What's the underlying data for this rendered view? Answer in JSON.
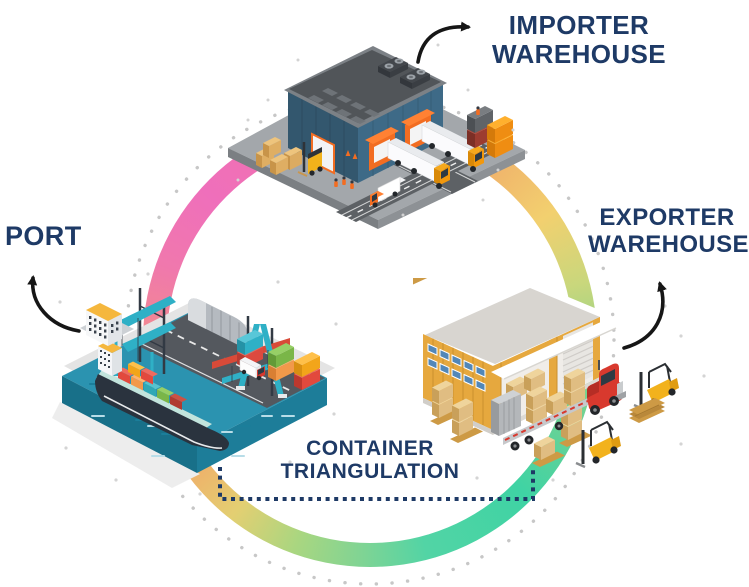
{
  "theme": {
    "navy": "#1e3a66",
    "arrow": "#161616",
    "dot-gray": "#c7c7c7",
    "ring-salmon": "#f28478",
    "ring-yellow": "#f2d06f",
    "ring-green": "#8bd189",
    "ring-teal": "#3fd3a4",
    "ring-lime": "#aad680",
    "ring-orange": "#f5a166",
    "ring-pink": "#ef6fbb"
  },
  "diagram": {
    "kind": "circular-process-infographic",
    "center_label": {
      "line1": "CONTAINER",
      "line2": "TRIANGULATION"
    },
    "nodes": {
      "importer": {
        "line1": "IMPORTER",
        "line2": "WAREHOUSE",
        "illustration": "importer-warehouse-isometric"
      },
      "exporter": {
        "line1": "EXPORTER",
        "line2": "WAREHOUSE",
        "illustration": "exporter-warehouse-isometric"
      },
      "port": {
        "label": "PORT",
        "illustration": "cargo-port-isometric"
      }
    },
    "ring": {
      "dotted_circle_color": "#c7c7c7",
      "dotted_box_color": "#1e3a66",
      "gradient_order_clockwise_from_top": [
        "salmon",
        "yellow",
        "green",
        "teal",
        "lime",
        "yellow",
        "orange",
        "pink"
      ]
    },
    "icons": [
      "curved-arrow-icon",
      "curved-arrow-icon",
      "curved-arrow-icon"
    ],
    "scene_palettes": {
      "importer": {
        "wall_blue": "#3e6a87",
        "wall_blue_dark": "#33576e",
        "roof": "#515559",
        "platform": "#a3a7ab",
        "dock_orange": "#f26d22",
        "truck_cab": "#f2a71b",
        "container_orange": "#ef8d12",
        "container_maroon": "#9c3c30"
      },
      "port": {
        "water": "#2b93b0",
        "water_side": "#187089",
        "pier": "#54585e",
        "crane_teal": "#2fb0c6",
        "crane_beam_red": "#d84a38",
        "hull": "#2a333e",
        "roof_yellow": "#f5b73d",
        "box_red": "#dd4a3f",
        "box_orange": "#f2994a",
        "box_green": "#7ab648"
      },
      "exporter": {
        "wall_amber": "#e6a83e",
        "roof": "#d8d5d0",
        "window_blue": "#5287b8",
        "truck_red": "#d8392e",
        "forklift_yellow": "#f2b21d",
        "crate_tan": "#e0bd82",
        "pallet_wood": "#cd9a45"
      }
    }
  }
}
